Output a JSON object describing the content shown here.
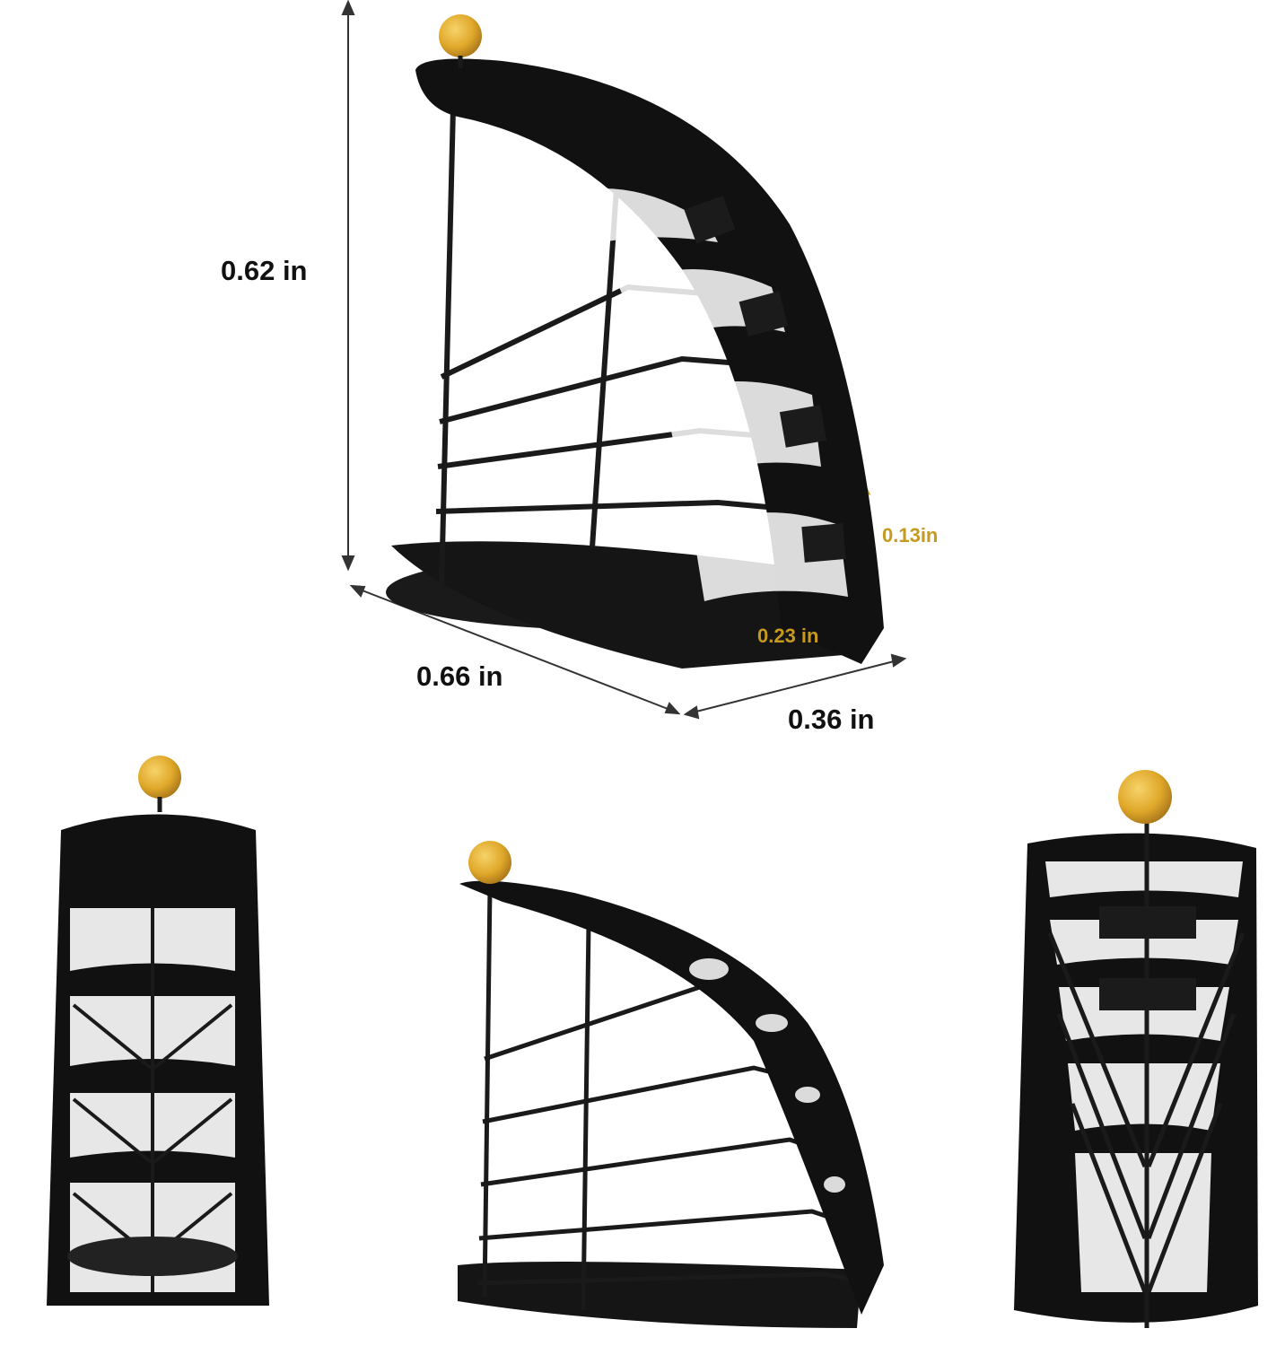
{
  "dimensions": {
    "height": "0.62 in",
    "depth": "0.66 in",
    "width": "0.36 in",
    "slot_height": "0.13in",
    "slot_width": "0.23 in"
  },
  "colors": {
    "metal": "#111111",
    "knob": "#e0a82a",
    "accent_text": "#c79a1f",
    "background": "#ffffff"
  }
}
